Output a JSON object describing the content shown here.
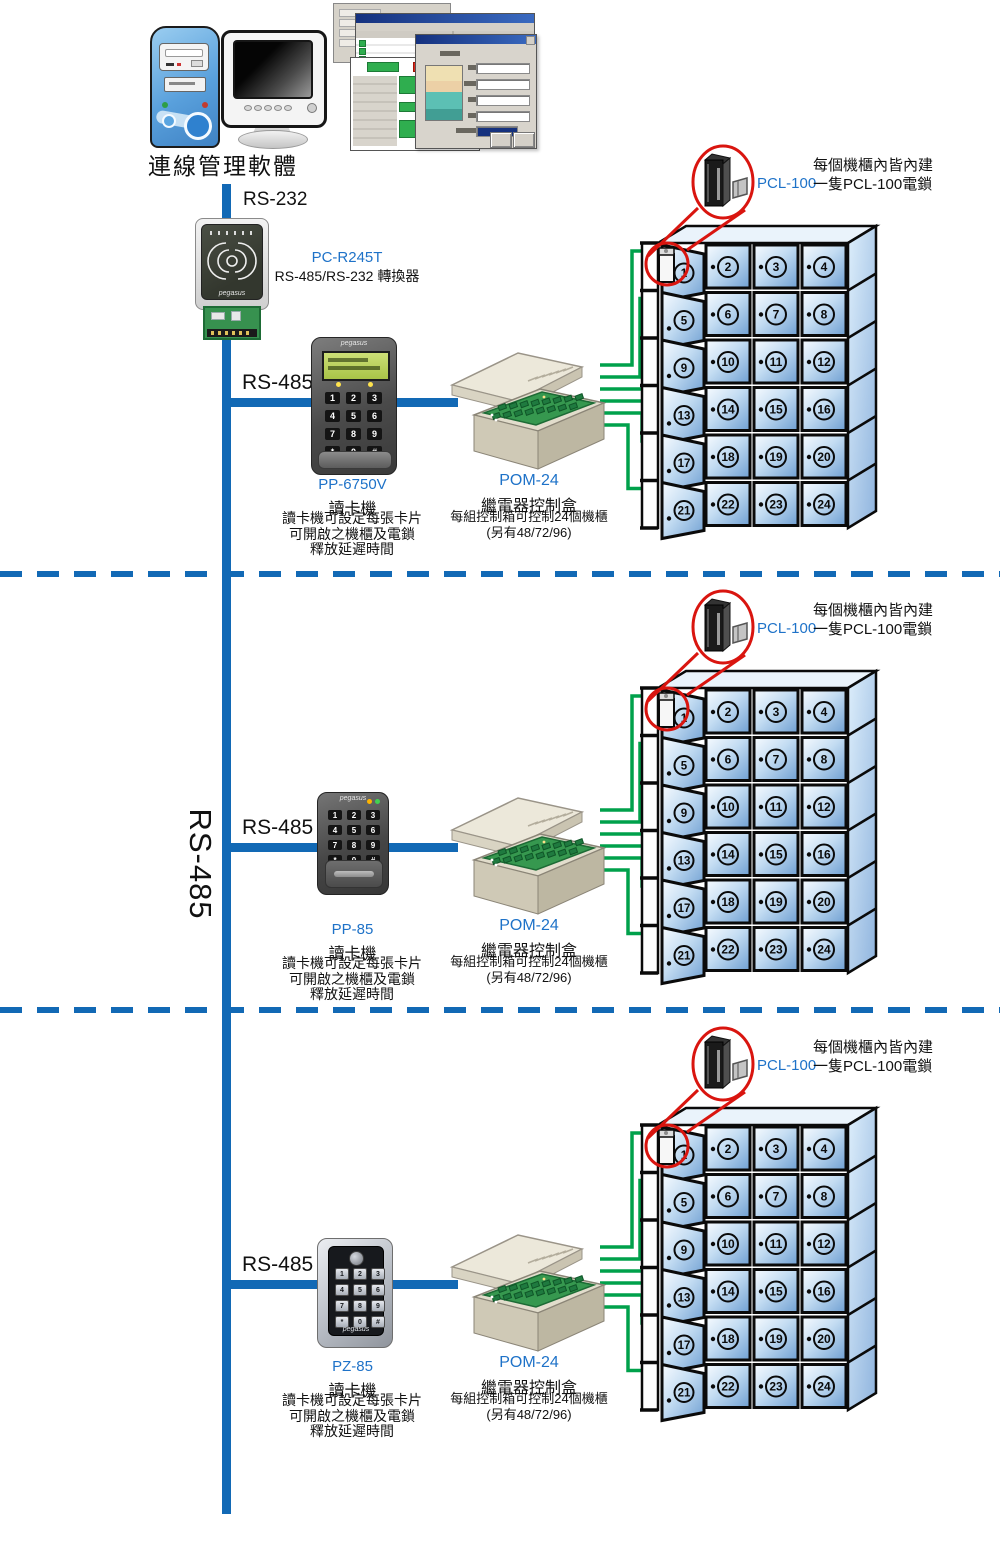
{
  "colors": {
    "line_blue": "#1269b5",
    "wire_green": "#00a14b",
    "label_blue": "#1e72c8",
    "callout_red": "#d9150f"
  },
  "header": {
    "software_label": "連線管理軟體",
    "rs232_label": "RS-232",
    "bus_vertical_label": "RS-485"
  },
  "converter": {
    "model": "PC-R245T",
    "desc": "RS-485/RS-232 轉換器",
    "brand": "pegasus"
  },
  "keypad_keys": [
    "1",
    "2",
    "3",
    "4",
    "5",
    "6",
    "7",
    "8",
    "9",
    "*",
    "0",
    "#"
  ],
  "lockers": {
    "numbers": [
      "1",
      "2",
      "3",
      "4",
      "5",
      "6",
      "7",
      "8",
      "9",
      "10",
      "11",
      "12",
      "13",
      "14",
      "15",
      "16",
      "17",
      "18",
      "19",
      "20",
      "21",
      "22",
      "23",
      "24"
    ]
  },
  "sections": [
    {
      "bus_label": "RS-485",
      "reader": {
        "model": "PP-6750V",
        "type_label": "讀卡機",
        "brand": "pegasus",
        "desc_lines": [
          "讀卡機可設定每張卡片",
          "可開啟之機櫃及電鎖",
          "釋放延遲時間"
        ]
      },
      "controller": {
        "model": "POM-24",
        "type_label": "繼電器控制盒",
        "desc_lines": [
          "每組控制箱可控制24個機櫃",
          "(另有48/72/96)"
        ]
      },
      "lock": {
        "model": "PCL-100",
        "note_lines": [
          "每個機櫃內皆內建",
          "一隻PCL-100電鎖"
        ]
      }
    },
    {
      "bus_label": "RS-485",
      "reader": {
        "model": "PP-85",
        "type_label": "讀卡機",
        "brand": "pegasus",
        "desc_lines": [
          "讀卡機可設定每張卡片",
          "可開啟之機櫃及電鎖",
          "釋放延遲時間"
        ]
      },
      "controller": {
        "model": "POM-24",
        "type_label": "繼電器控制盒",
        "desc_lines": [
          "每組控制箱可控制24個機櫃",
          "(另有48/72/96)"
        ]
      },
      "lock": {
        "model": "PCL-100",
        "note_lines": [
          "每個機櫃內皆內建",
          "一隻PCL-100電鎖"
        ]
      }
    },
    {
      "bus_label": "RS-485",
      "reader": {
        "model": "PZ-85",
        "type_label": "讀卡機",
        "brand": "pegasus",
        "desc_lines": [
          "讀卡機可設定每張卡片",
          "可開啟之機櫃及電鎖",
          "釋放延遲時間"
        ]
      },
      "controller": {
        "model": "POM-24",
        "type_label": "繼電器控制盒",
        "desc_lines": [
          "每組控制箱可控制24個機櫃",
          "(另有48/72/96)"
        ]
      },
      "lock": {
        "model": "PCL-100",
        "note_lines": [
          "每個機櫃內皆內建",
          "一隻PCL-100電鎖"
        ]
      }
    }
  ]
}
